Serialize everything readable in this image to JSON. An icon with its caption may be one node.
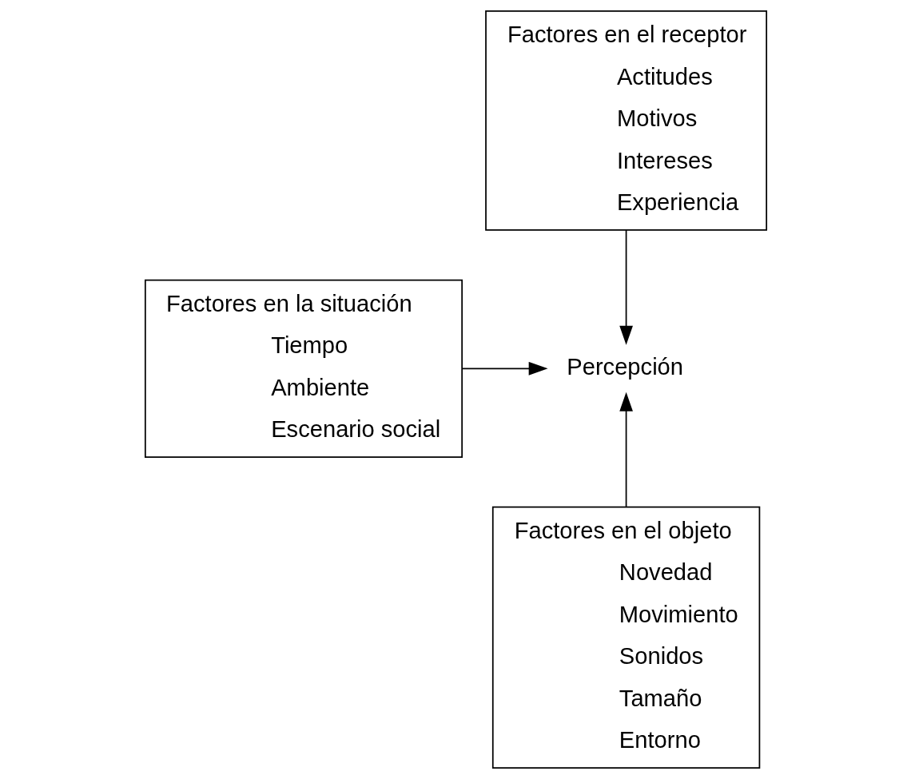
{
  "diagram": {
    "nodes": [
      {
        "text": [
          "Factores en el receptor",
          "Actitudes",
          "Motivos",
          "Intereses",
          "Experiencia"
        ]
      },
      {
        "text": [
          "Factores en la situación",
          "Tiempo",
          "Ambiente",
          "Escenario social"
        ]
      },
      {
        "text": [
          "Percepción"
        ]
      },
      {
        "text": [
          "Factores en el objeto",
          "Novedad",
          "Movimiento",
          "Sonidos",
          "Tamaño",
          "Entorno"
        ]
      }
    ],
    "edges": [
      {
        "from": 0,
        "to": 2,
        "arrow": "to"
      },
      {
        "from": 1,
        "to": 2,
        "arrow": "to"
      },
      {
        "from": 3,
        "to": 2,
        "arrow": "to"
      }
    ]
  }
}
